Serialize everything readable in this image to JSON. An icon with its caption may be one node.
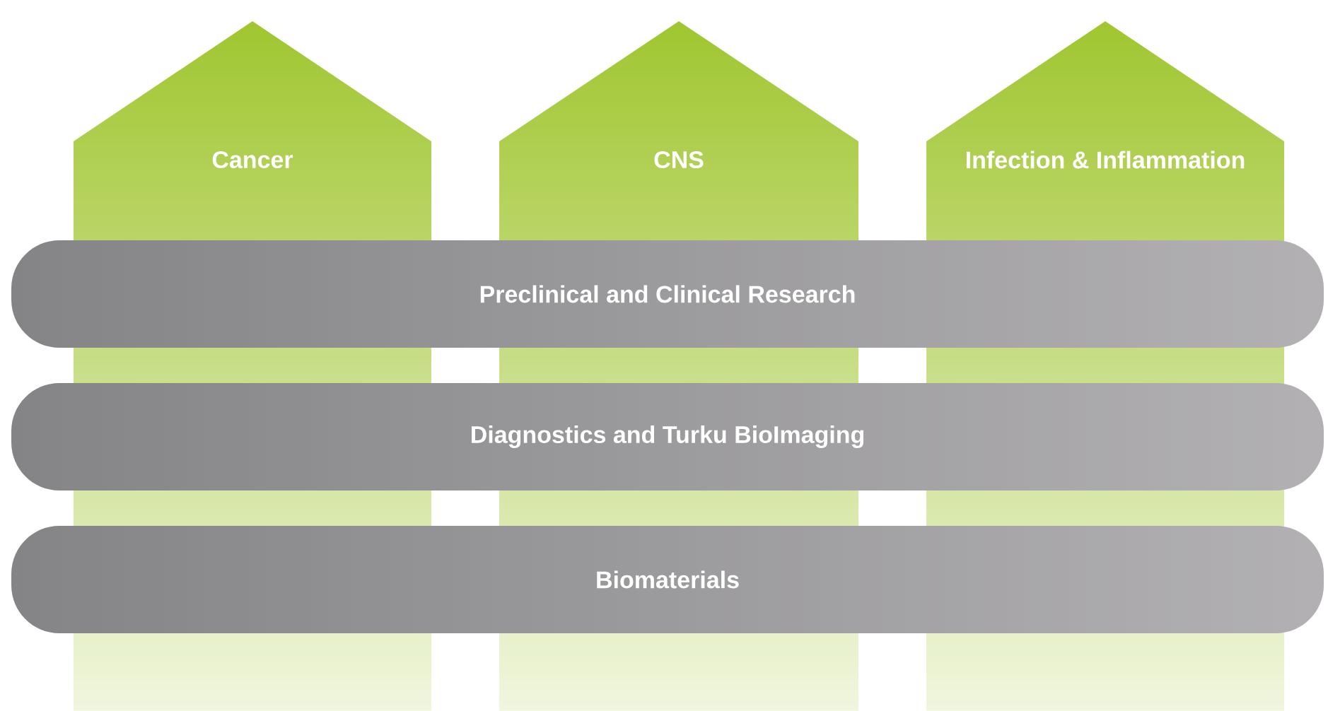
{
  "diagram": {
    "nodes": [
      {
        "text": [
          "Cancer"
        ]
      },
      {
        "text": [
          "CNS"
        ]
      },
      {
        "text": [
          "Infection & Inflammation"
        ]
      },
      {
        "text": [
          "Preclinical and Clinical Research"
        ]
      },
      {
        "text": [
          "Diagnostics and Turku BioImaging"
        ]
      },
      {
        "text": [
          "Biomaterials"
        ]
      }
    ]
  }
}
